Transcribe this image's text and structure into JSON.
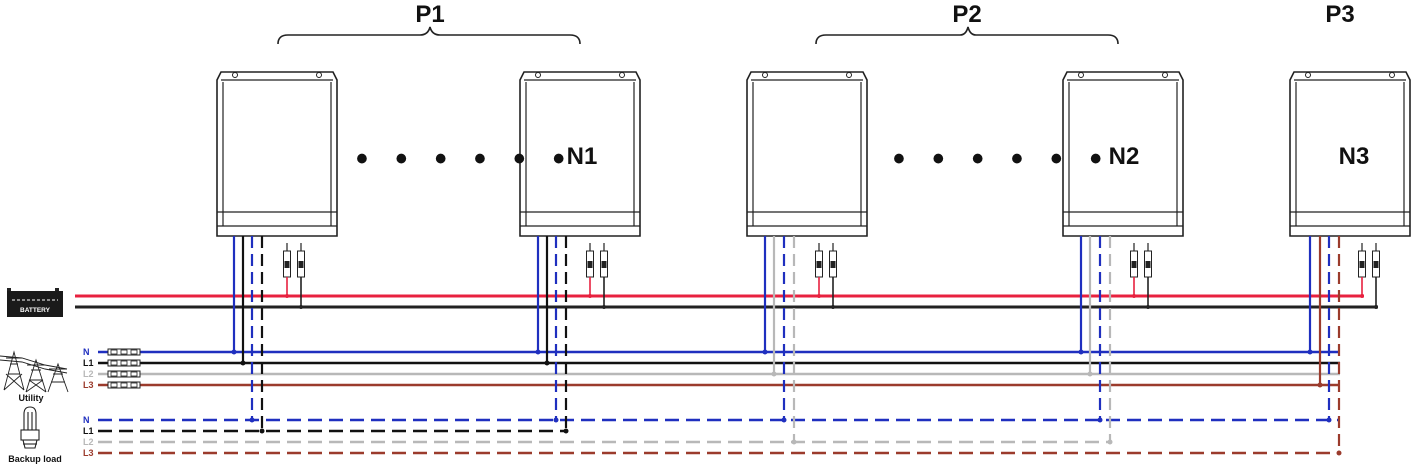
{
  "groups": [
    {
      "label": "P1",
      "unit": "N1"
    },
    {
      "label": "P2",
      "unit": "N2"
    },
    {
      "label": "P3",
      "unit": "N3"
    }
  ],
  "ellipsis": "• • • • • •",
  "battery": {
    "label": "BATTERY"
  },
  "utility": {
    "label": "Utility",
    "lines": [
      "N",
      "L1",
      "L2",
      "L3"
    ]
  },
  "backup_load": {
    "label": "Backup load",
    "lines": [
      "N",
      "L1",
      "L2",
      "L3"
    ]
  },
  "colors": {
    "battery_pos": "#e8213f",
    "battery_neg": "#222222",
    "neutral": "#1f2fbf",
    "l1": "#111111",
    "l2": "#b8b8b8",
    "l3": "#9b3b2c"
  }
}
